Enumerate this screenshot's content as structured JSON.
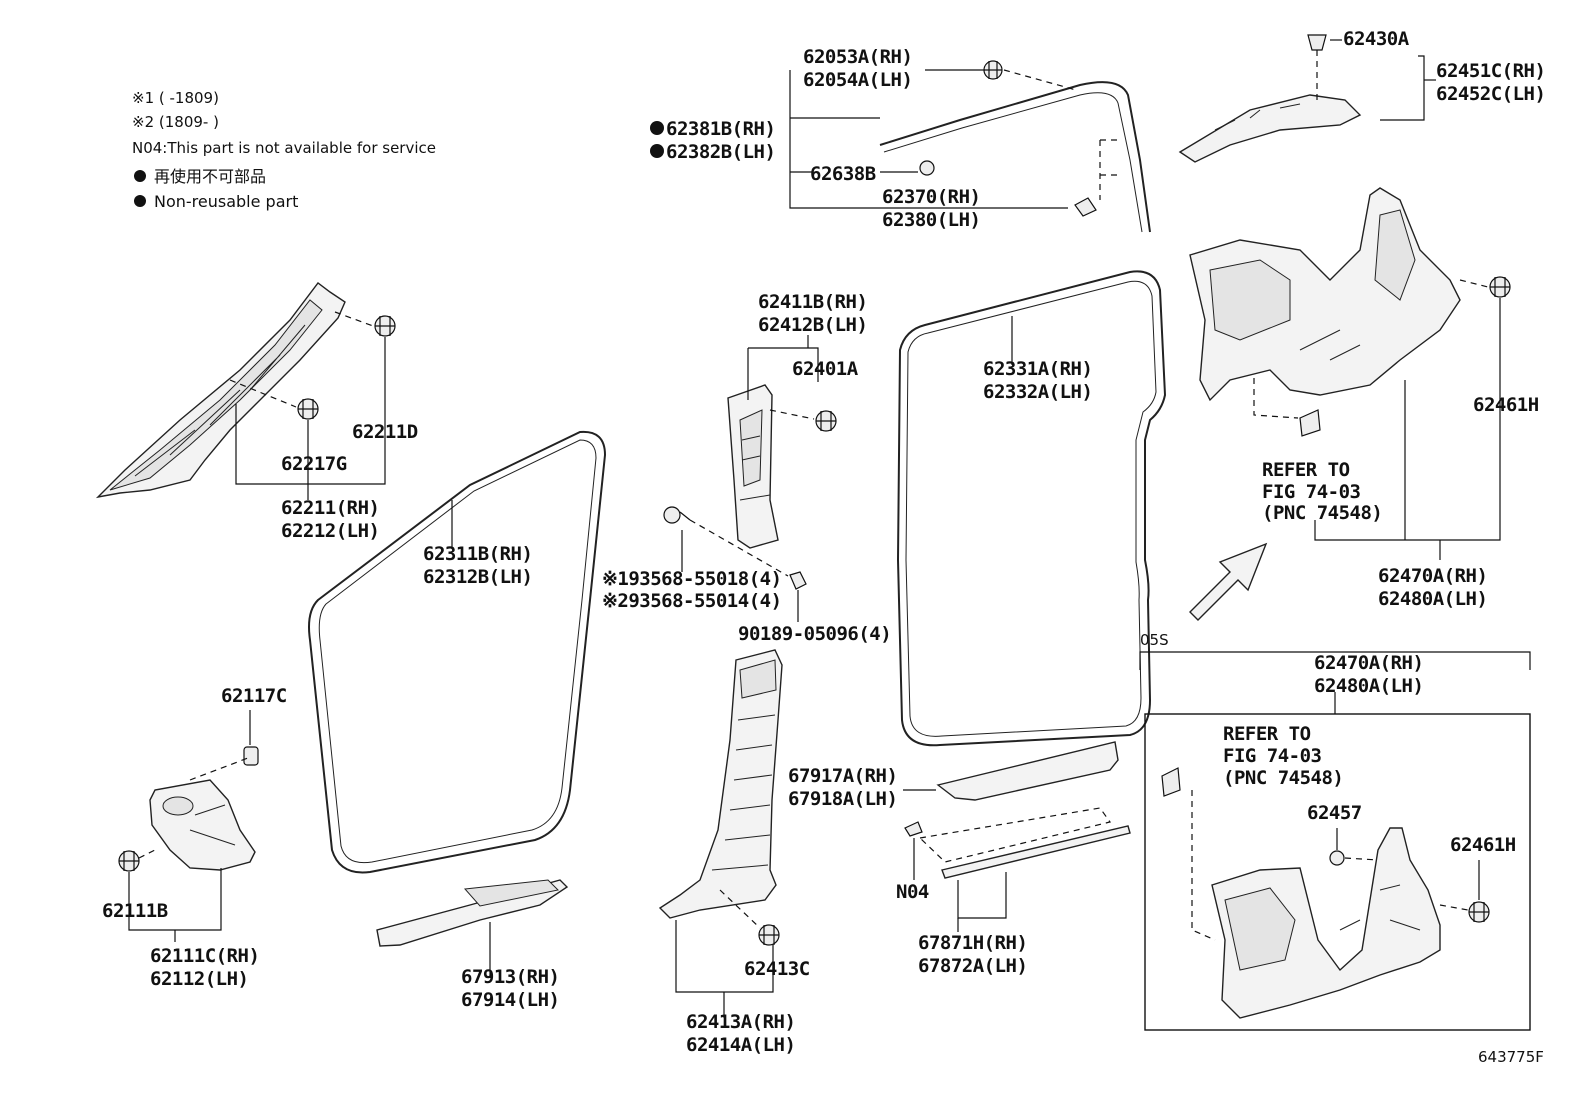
{
  "notes": {
    "note1": "※1 (       -1809)",
    "note2": "※2 (1809-       )",
    "note3": "N04:This part is not available for service",
    "legend_jp": "再使用不可部品",
    "legend_en": "Non-reusable part"
  },
  "labels": {
    "l62053A": "62053A(RH)",
    "l62054A": "62054A(LH)",
    "l62381B": "62381B(RH)",
    "l62382B": "62382B(LH)",
    "l62638B": "62638B",
    "l62370": "62370(RH)",
    "l62380": "62380(LH)",
    "l62430A": "62430A",
    "l62451C": "62451C(RH)",
    "l62452C": "62452C(LH)",
    "l62211D": "62211D",
    "l62217G": "62217G",
    "l62211": "62211(RH)",
    "l62212": "62212(LH)",
    "l62411B": "62411B(RH)",
    "l62412B": "62412B(LH)",
    "l62401A": "62401A",
    "l62331A": "62331A(RH)",
    "l62332A": "62332A(LH)",
    "l62461H_top": "62461H",
    "l62311B": "62311B(RH)",
    "l62312B": "62312B(LH)",
    "l93568_1": "※193568-55018(4)",
    "l93568_2": "※293568-55014(4)",
    "l90189": "90189-05096(4)",
    "refer_top_1": "REFER TO",
    "refer_top_2": "FIG 74-03",
    "refer_top_3": "(PNC 74548)",
    "l62470A_top": "62470A(RH)",
    "l62480A_top": "62480A(LH)",
    "l05S": "05S",
    "l62470A_box": "62470A(RH)",
    "l62480A_box": "62480A(LH)",
    "refer_box_1": "REFER TO",
    "refer_box_2": "FIG 74-03",
    "refer_box_3": "(PNC 74548)",
    "l62457": "62457",
    "l62461H_box": "62461H",
    "l62117C": "62117C",
    "l62111B": "62111B",
    "l62111C": "62111C(RH)",
    "l62112": "62112(LH)",
    "l67917A": "67917A(RH)",
    "l67918A": "67918A(LH)",
    "lN04": "N04",
    "l67871H": "67871H(RH)",
    "l67872A": "67872A(LH)",
    "l67913": "67913(RH)",
    "l67914": "67914(LH)",
    "l62413C": "62413C",
    "l62413A": "62413A(RH)",
    "l62414A": "62414A(LH)",
    "fig_no": "643775F"
  }
}
